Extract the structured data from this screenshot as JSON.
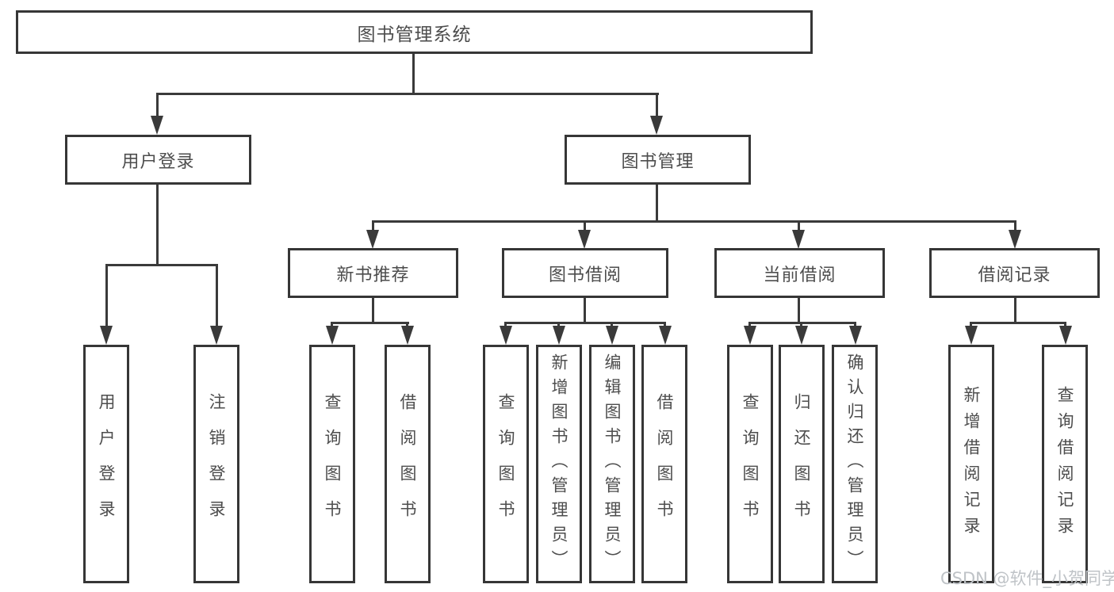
{
  "diagram": {
    "root": "图书管理系统",
    "login": {
      "label": "用户登录",
      "children": [
        "用户登录",
        "注销登录"
      ]
    },
    "management": {
      "label": "图书管理",
      "sections": [
        {
          "label": "新书推荐",
          "children": [
            "查询图书",
            "借阅图书"
          ]
        },
        {
          "label": "图书借阅",
          "children": [
            "查询图书",
            "新增图书（管理员）",
            "编辑图书（管理员）",
            "借阅图书"
          ]
        },
        {
          "label": "当前借阅",
          "children": [
            "查询图书",
            "归还图书",
            "确认归还（管理员）"
          ]
        },
        {
          "label": "借阅记录",
          "children": [
            "新增借阅记录",
            "查询借阅记录"
          ]
        }
      ]
    }
  },
  "watermark": "CSDN @软件_小贺同学",
  "colors": {
    "line": "#3a3a3a",
    "border": "#363636",
    "text": "#4d4d4d",
    "watermark": "#bfc3c7",
    "background": "#ffffff"
  }
}
